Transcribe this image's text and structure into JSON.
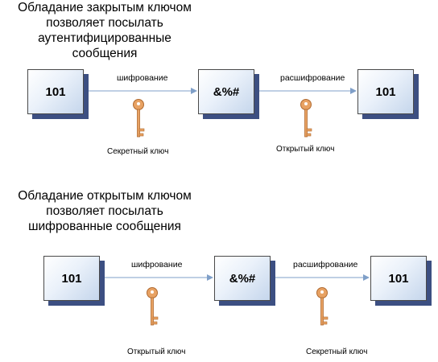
{
  "scheme_auth": {
    "title_lines": [
      "Обладание закрытым ключом",
      "позволяет посылать",
      "аутентифицированные",
      "сообщения"
    ],
    "plaintext": "101",
    "ciphertext": "&%#",
    "result": "101",
    "encrypt_label": "шифрование",
    "decrypt_label": "расшифрование",
    "encrypt_key": "Секретный ключ",
    "decrypt_key": "Открытый ключ"
  },
  "scheme_encrypt": {
    "title_lines": [
      "Обладание открытым ключом",
      "позволяет посылать",
      "шифрованные сообщения"
    ],
    "plaintext": "101",
    "ciphertext": "&%#",
    "result": "101",
    "encrypt_label": "шифрование",
    "decrypt_label": "расшифрование",
    "encrypt_key": "Открытый ключ",
    "decrypt_key": "Секретный ключ"
  },
  "colors": {
    "box_shadow": "#3c4f82",
    "arrow": "#7f9fc8",
    "key": "#e8a263"
  },
  "icons": {
    "key": "key-icon"
  }
}
